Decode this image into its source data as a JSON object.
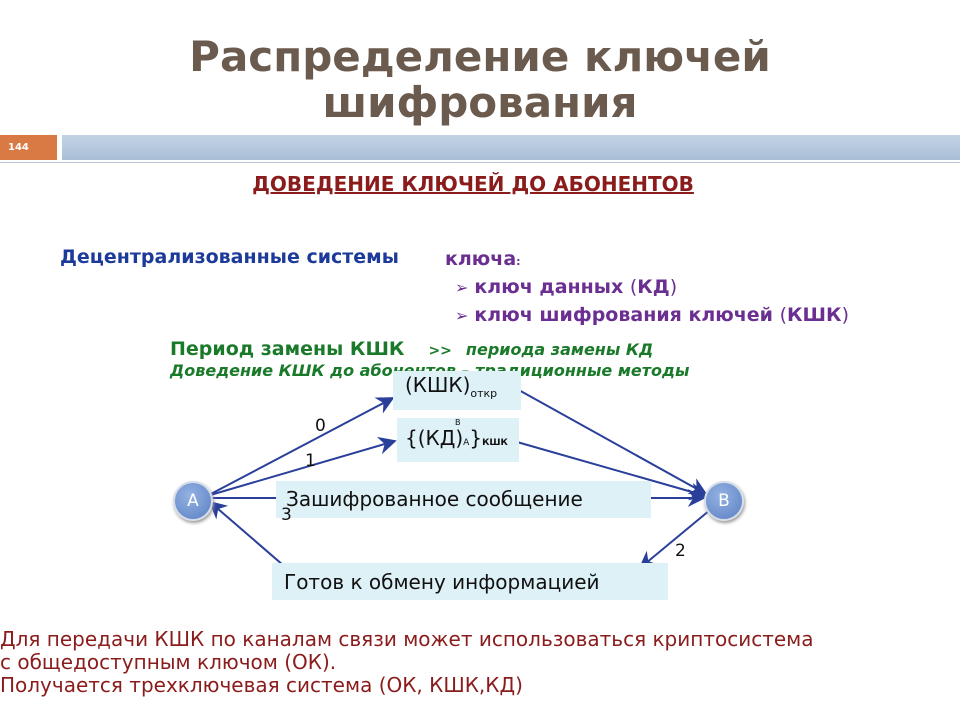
{
  "title": {
    "line1": "Распределение ключей",
    "line2": "шифрования"
  },
  "slide_number": "144",
  "subtitle": "ДОВЕДЕНИЕ КЛЮЧЕЙ ДО АБОНЕНТОВ",
  "decentralized": "Децентрализованные системы",
  "key_fragment": "ключа",
  "key_fragment_colon": ":",
  "bullets": [
    {
      "arrow": "➢",
      "text": "ключ данных ",
      "open": "(",
      "abbr": "КД",
      "close": ")"
    },
    {
      "arrow": "➢",
      "text": "ключ шифрования ключей ",
      "open": "(",
      "abbr": "КШК",
      "close": ")"
    }
  ],
  "period": {
    "lead": "Период замены КШК",
    "gt": ">>",
    "tail": "периода замены КД"
  },
  "delivery": "Доведение КШК до абонентов – традиционные методы",
  "diagram": {
    "node_a": "A",
    "node_b": "B",
    "box_kshk": {
      "main": "(КШК)",
      "sub": "откр"
    },
    "box_kd": {
      "pre": "{(КД)",
      "sub_a": "A",
      "close": "}",
      "sub_kshk": "КШК",
      "sup_b": "B"
    },
    "box_encrypted": "Зашифрованное сообщение",
    "box_ready": "Готов к обмену информацией",
    "step_labels": [
      "0",
      "1",
      "2",
      "3"
    ]
  },
  "footer": [
    "Для передачи КШК по каналам связи может использоваться криптосистема",
    "с общедоступным ключом (ОК).",
    "Получается трехключевая система (ОК, КШК,КД)"
  ],
  "colors": {
    "title": "#6b5a4e",
    "accent_orange": "#d97a45",
    "header_band": "#b6c9dd",
    "subtitle": "#8a1c1c",
    "decentralized": "#1c3a99",
    "keys": "#6a2f91",
    "green": "#1a7a2a",
    "arrow": "#2a3f9a",
    "box_fill": "#ddf1f7",
    "node_fill": "#6f91cf",
    "footer": "#8a1c1c"
  }
}
